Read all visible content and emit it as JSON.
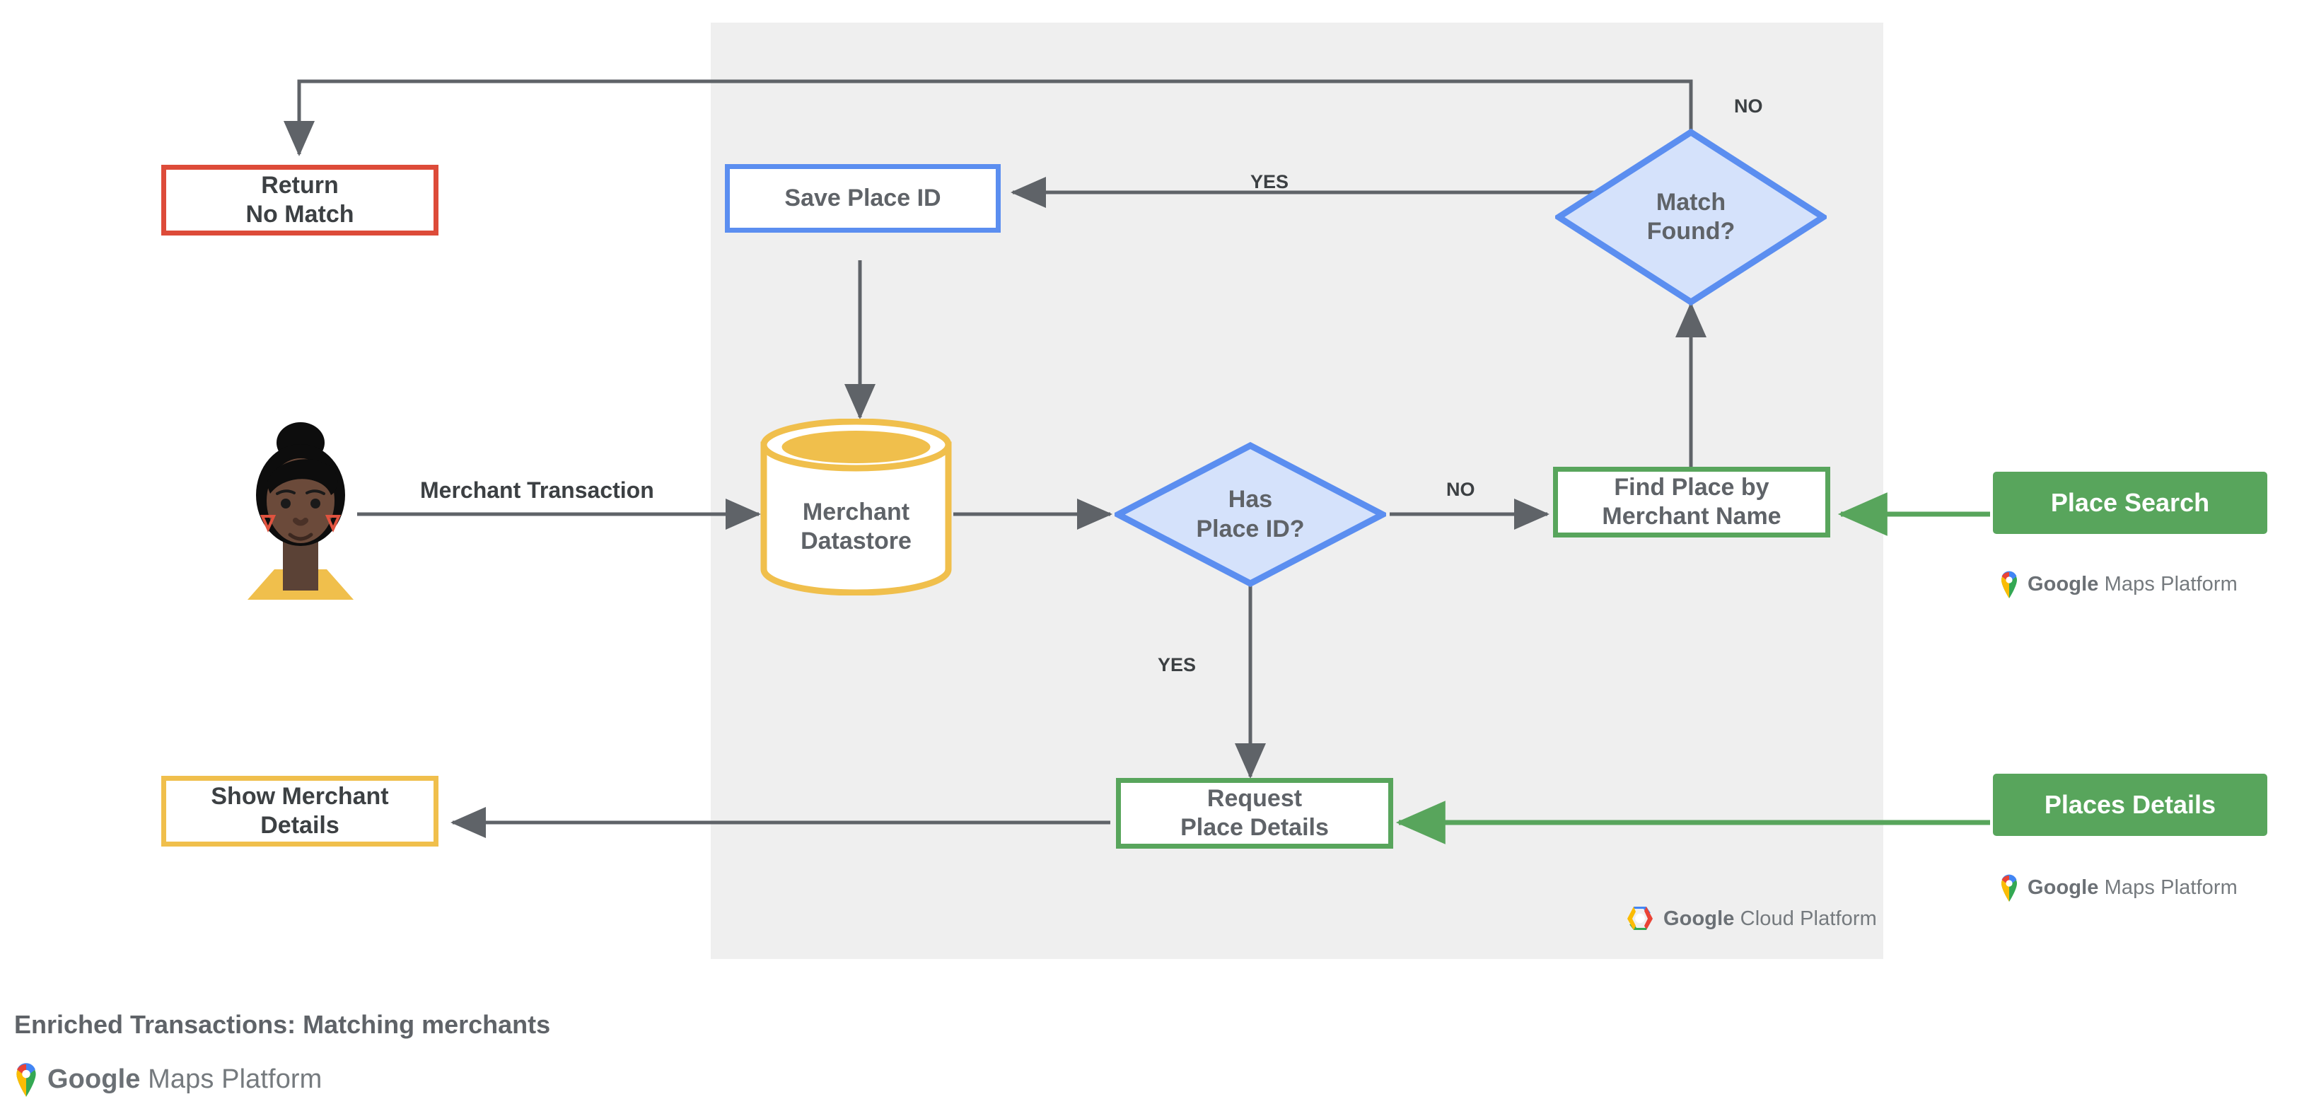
{
  "diagram": {
    "caption": "Enriched Transactions: Matching merchants",
    "panel_name": "Google Cloud Platform boundary",
    "colors": {
      "panel_bg": "#efefef",
      "red": "#dd4b39",
      "blue": "#5b8ef0",
      "blue_fill": "#d5e2fb",
      "green": "#58a55c",
      "amber": "#f0bf4c",
      "wire": "#5f6368",
      "text_dark": "#3c4043",
      "text_grey": "#5f6368"
    },
    "nodes": {
      "return_no_match": "Return\nNo Match",
      "save_place_id": "Save Place ID",
      "match_found": "Match\nFound?",
      "merchant_datastore": "Merchant\nDatastore",
      "has_place_id": "Has\nPlace ID?",
      "find_place_by_merchant_name": "Find Place by\nMerchant Name",
      "request_place_details": "Request\nPlace Details",
      "show_merchant_details": "Show Merchant\nDetails"
    },
    "actors": {
      "user_avatar": "merchant-user-avatar"
    },
    "api_buttons": [
      {
        "label": "Place Search",
        "logo_bold": "Google",
        "logo_rest": "Maps Platform"
      },
      {
        "label": "Places Details",
        "logo_bold": "Google",
        "logo_rest": "Maps Platform"
      }
    ],
    "edge_labels": {
      "merchant_transaction": "Merchant Transaction",
      "has_place_id_no": "NO",
      "has_place_id_yes": "YES",
      "match_found_yes": "YES",
      "match_found_no": "NO"
    },
    "platform_logo": {
      "bold": "Google",
      "rest": "Cloud Platform"
    },
    "footer_logo": {
      "bold": "Google",
      "rest": "Maps Platform"
    }
  }
}
